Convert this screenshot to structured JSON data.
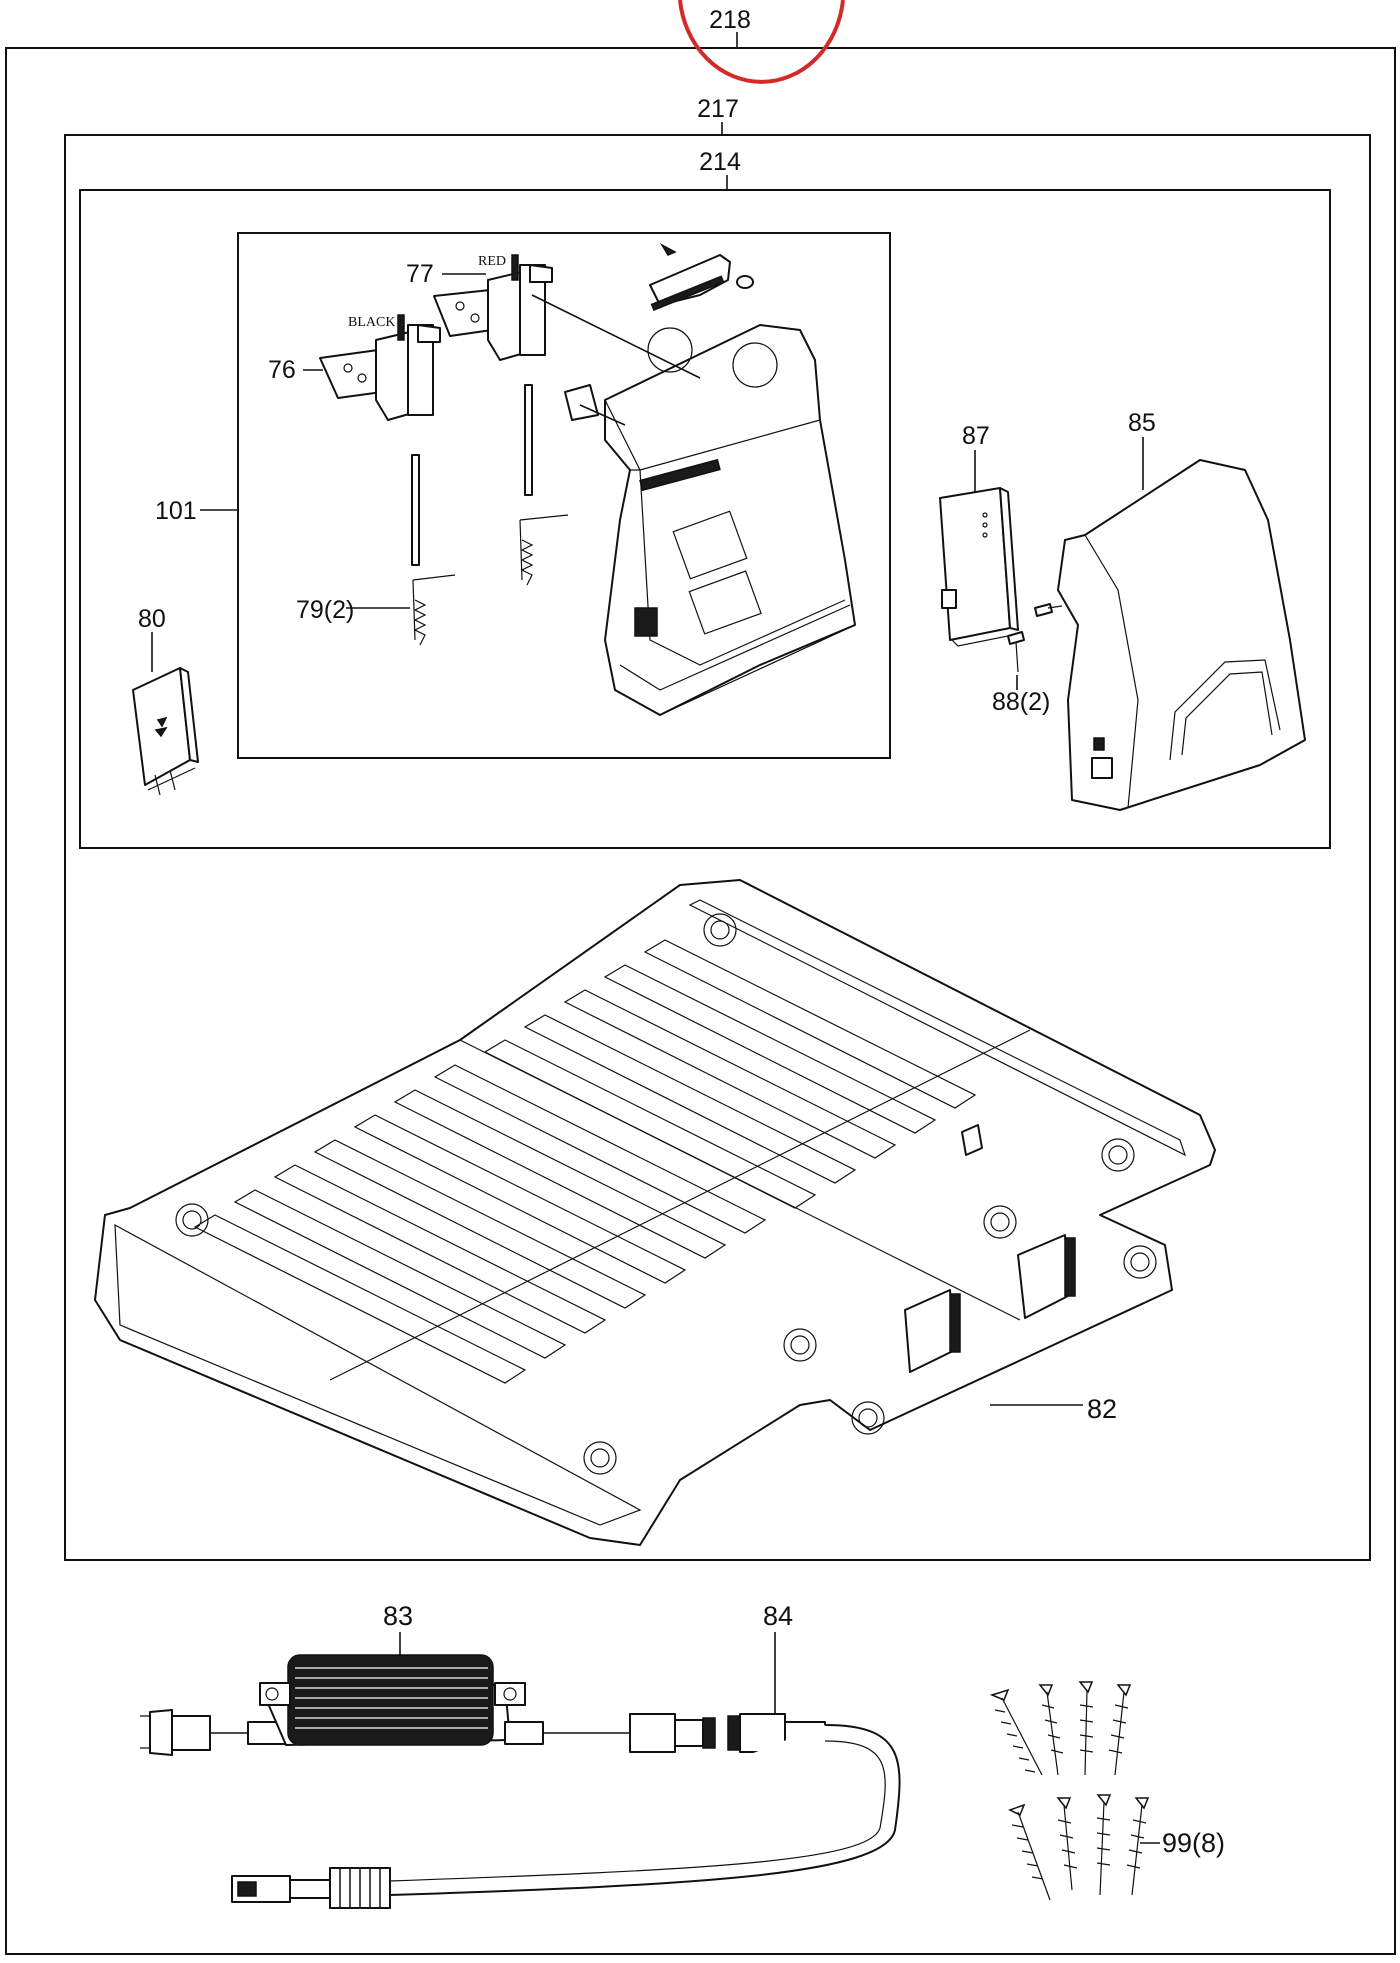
{
  "diagram": {
    "assembly_labels": {
      "outer": "218",
      "station": "217",
      "charger": "214"
    },
    "highlight_color": "#d42a2a",
    "parts": [
      {
        "label": "77",
        "name": "charging-contact-red"
      },
      {
        "label": "76",
        "name": "charging-contact-black"
      },
      {
        "label": "101",
        "name": "charging-station-body"
      },
      {
        "label": "79(2)",
        "name": "spring"
      },
      {
        "label": "80",
        "name": "cover-plate"
      },
      {
        "label": "87",
        "name": "circuit-board"
      },
      {
        "label": "85",
        "name": "top-cover"
      },
      {
        "label": "88(2)",
        "name": "screw"
      },
      {
        "label": "82",
        "name": "base-plate"
      },
      {
        "label": "83",
        "name": "power-adapter"
      },
      {
        "label": "84",
        "name": "extension-cable"
      },
      {
        "label": "99(8)",
        "name": "ground-peg"
      }
    ],
    "wire_tags": {
      "red": "RED",
      "black": "BLACK"
    }
  }
}
